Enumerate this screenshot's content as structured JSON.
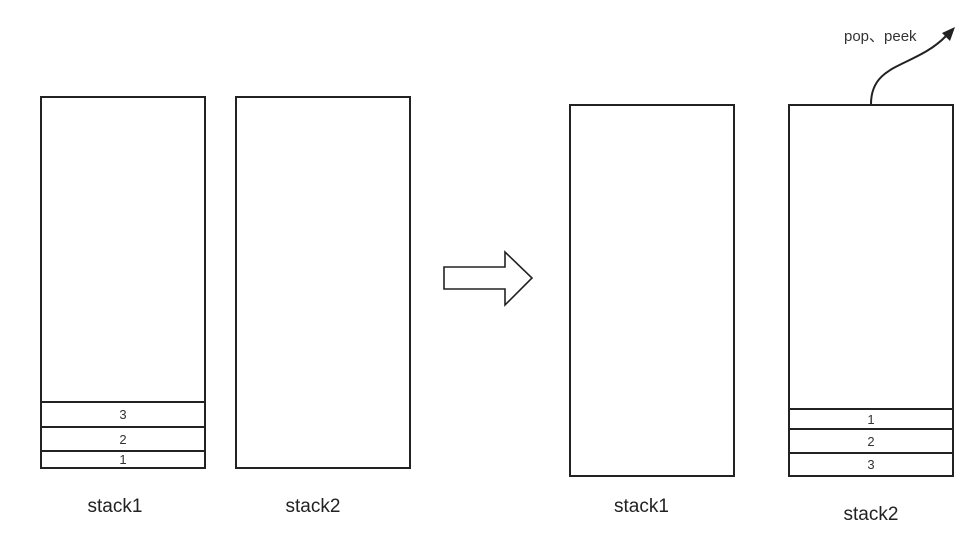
{
  "before": {
    "stack1": {
      "label": "stack1",
      "items": [
        "3",
        "2",
        "1"
      ]
    },
    "stack2": {
      "label": "stack2",
      "items": []
    }
  },
  "after": {
    "stack1": {
      "label": "stack1",
      "items": []
    },
    "stack2": {
      "label": "stack2",
      "items": [
        "1",
        "2",
        "3"
      ]
    }
  },
  "transition_arrow": "right-arrow",
  "operation_label": "pop、peek"
}
